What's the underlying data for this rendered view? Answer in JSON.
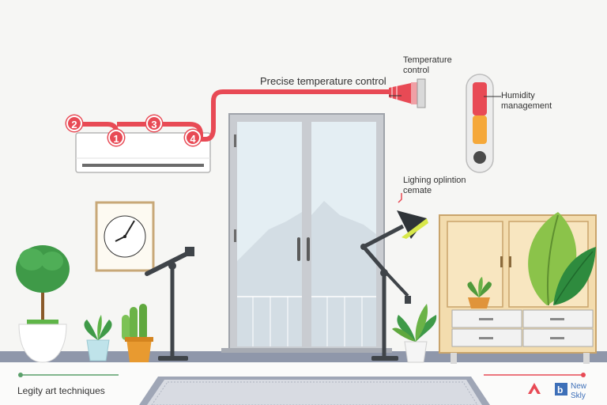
{
  "labels": {
    "precise": "Precise temperature control",
    "temperature": "Temperature\ncontrol",
    "humidity": "Humidity\nmanagement",
    "lighting": "Lighing oplintion\ncemate",
    "footer_left": "Legity art techniques",
    "footer_right": "New\nSkly"
  },
  "badges": [
    "1",
    "2",
    "3",
    "4"
  ],
  "colors": {
    "accent": "#e84a55",
    "floor": "#8f97aa",
    "wood": "#f3dcae",
    "frame": "#bfbfbf",
    "leaf": "#3f9a48"
  }
}
